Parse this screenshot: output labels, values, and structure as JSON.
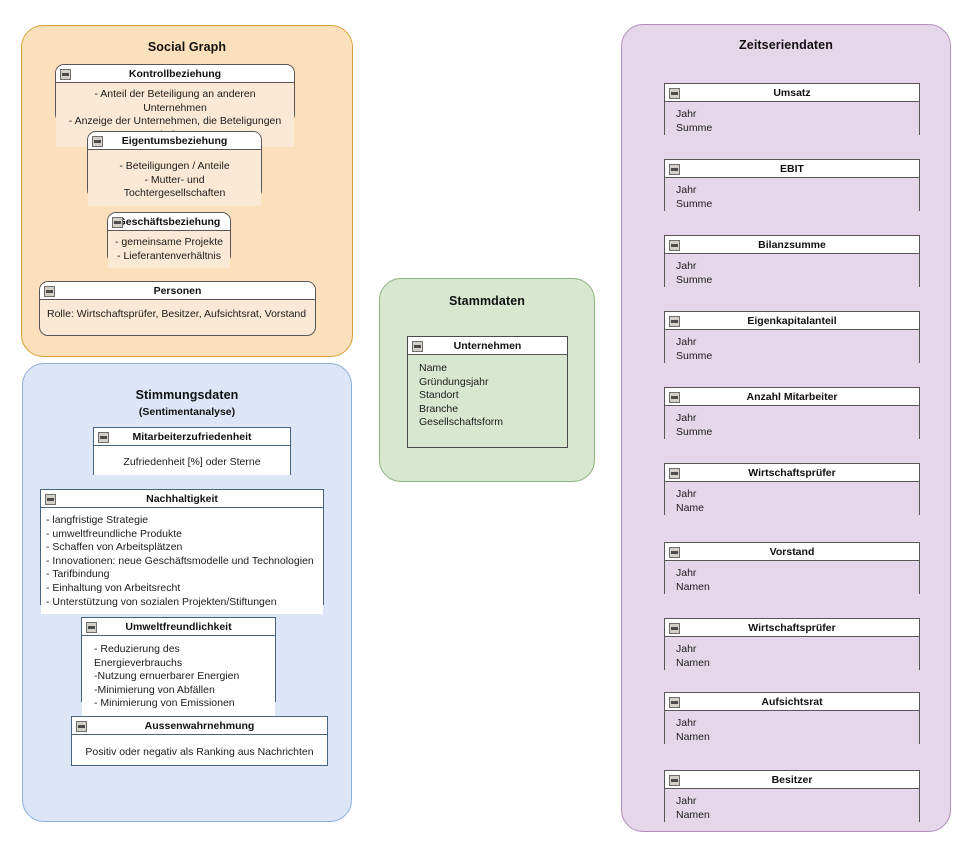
{
  "diagram": {
    "collapse_icon": "collapse-minus-icon",
    "groups": [
      {
        "id": "social-graph",
        "title": "Social Graph",
        "subtitle": "",
        "color": "#fbe0bb",
        "border_color": "#d6a139",
        "cards": [
          {
            "id": "kontrollbeziehung",
            "title": "Kontrollbeziehung",
            "body": "- Anteil der Beteiligung an anderen Unternehmen\n- Anzeige der Unternehmen, die Beteligungen haben"
          },
          {
            "id": "eigentumsbeziehung",
            "title": "Eigentumsbeziehung",
            "body": "- Beteiligungen / Anteile\n- Mutter- und Tochtergesellschaften"
          },
          {
            "id": "geschaeftsbeziehung",
            "title": "Geschäftsbeziehung",
            "body": "- gemeinsame Projekte\n- Lieferantenverhältnis"
          },
          {
            "id": "personen",
            "title": "Personen",
            "body": "Rolle: Wirtschaftsprüfer, Besitzer, Aufsichtsrat, Vorstand"
          }
        ]
      },
      {
        "id": "stimmungsdaten",
        "title": "Stimmungsdaten",
        "subtitle": "(Sentimentanalyse)",
        "color": "#dce6f6",
        "border_color": "#8ab0dd",
        "cards": [
          {
            "id": "mitarbeiterzufriedenheit",
            "title": "Mitarbeiterzufriedenheit",
            "body": "Zufriedenheit [%] oder Sterne"
          },
          {
            "id": "nachhaltigkeit",
            "title": "Nachhaltigkeit",
            "body": "- langfristige Strategie\n- umweltfreundliche Produkte\n- Schaffen von Arbeitsplätzen\n- Innovationen: neue Geschäftsmodelle und Technologien\n- Tarifbindung\n- Einhaltung von Arbeitsrecht\n- Unterstützung von sozialen Projekten/Stiftungen"
          },
          {
            "id": "umweltfreundlichkeit",
            "title": "Umweltfreundlichkeit",
            "body": "- Reduzierung des Energieverbrauchs\n-Nutzung ernuerbarer Energien\n-Minimierung von Abfällen\n- Minimierung von Emissionen"
          },
          {
            "id": "aussenwahrnehmung",
            "title": "Aussenwahrnehmung",
            "body": "Positiv oder negativ als Ranking aus Nachrichten"
          }
        ]
      },
      {
        "id": "stammdaten",
        "title": "Stammdaten",
        "subtitle": "",
        "color": "#d8e8d0",
        "border_color": "#8ab379",
        "cards": [
          {
            "id": "unternehmen",
            "title": "Unternehmen",
            "body": "Name\nGründungsjahr\nStandort\nBranche\nGesellschaftsform"
          }
        ]
      },
      {
        "id": "zeitseriendaten",
        "title": "Zeitseriendaten",
        "subtitle": "",
        "color": "#e6d6ea",
        "border_color": "#b08fbb",
        "cards": [
          {
            "id": "umsatz",
            "title": "Umsatz",
            "body": "Jahr\nSumme"
          },
          {
            "id": "ebit",
            "title": "EBIT",
            "body": "Jahr\nSumme"
          },
          {
            "id": "bilanzsumme",
            "title": "Bilanzsumme",
            "body": "Jahr\nSumme"
          },
          {
            "id": "eigenkapitalanteil",
            "title": "Eigenkapitalanteil",
            "body": "Jahr\nSumme"
          },
          {
            "id": "anzahl-mitarbeiter",
            "title": "Anzahl Mitarbeiter",
            "body": "Jahr\nSumme"
          },
          {
            "id": "wirtschaftspruefer-1",
            "title": "Wirtschaftsprüfer",
            "body": "Jahr\nName"
          },
          {
            "id": "vorstand",
            "title": "Vorstand",
            "body": "Jahr\nNamen"
          },
          {
            "id": "wirtschaftspruefer-2",
            "title": "Wirtschaftsprüfer",
            "body": "Jahr\nNamen"
          },
          {
            "id": "aufsichtsrat",
            "title": "Aufsichtsrat",
            "body": "Jahr\nNamen"
          },
          {
            "id": "besitzer",
            "title": "Besitzer",
            "body": "Jahr\nNamen"
          }
        ]
      }
    ]
  }
}
